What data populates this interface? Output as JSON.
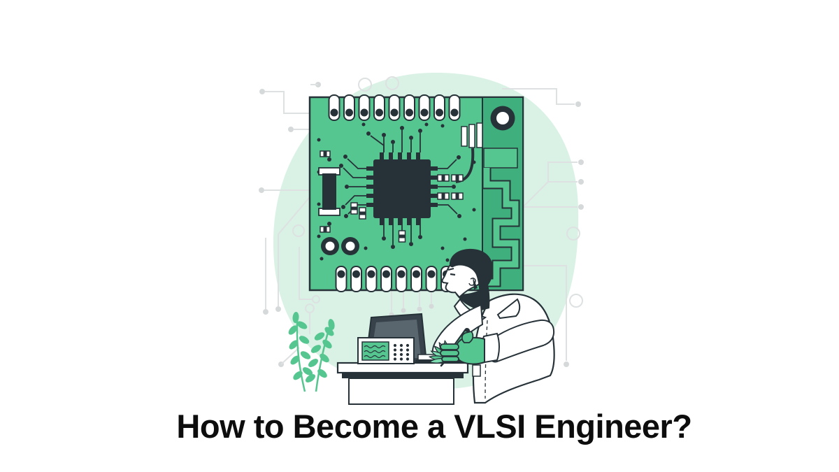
{
  "page": {
    "background": "#FFFFFF",
    "title": {
      "text": "How to Become a VLSI Engineer?",
      "color": "#0D0D0D"
    }
  },
  "illustration": {
    "description": "engineer-in-lab-coat-probing-a-vlsi-circuit-board",
    "colors": {
      "green": "#56C690",
      "green_light": "#7DDBB0",
      "green_dark": "#3FAF7D",
      "blob": "#D9F2E5",
      "outline": "#263238",
      "trace_gray": "#DEE1E2",
      "dot_gray": "#D6D9DA",
      "frame_gray": "#37424A",
      "panel_gray": "#5A666D",
      "white": "#FFFFFF"
    },
    "parts": {
      "board": "green-pcb-with-quad-flat-microchip",
      "antenna": "meander-antenna-strip-with-mounting-hole",
      "components": [
        "solder-pads",
        "vias",
        "resistors",
        "capacitor"
      ],
      "engineer": "man-in-white-lab-coat-with-green-gloves-holding-test-probe",
      "equipment": "portable-oscilloscope-with-waveform-screen",
      "furniture": "white-workbench-desk",
      "decor": [
        "plant-sprigs",
        "background-circuit-traces",
        "light-green-blob"
      ]
    }
  }
}
